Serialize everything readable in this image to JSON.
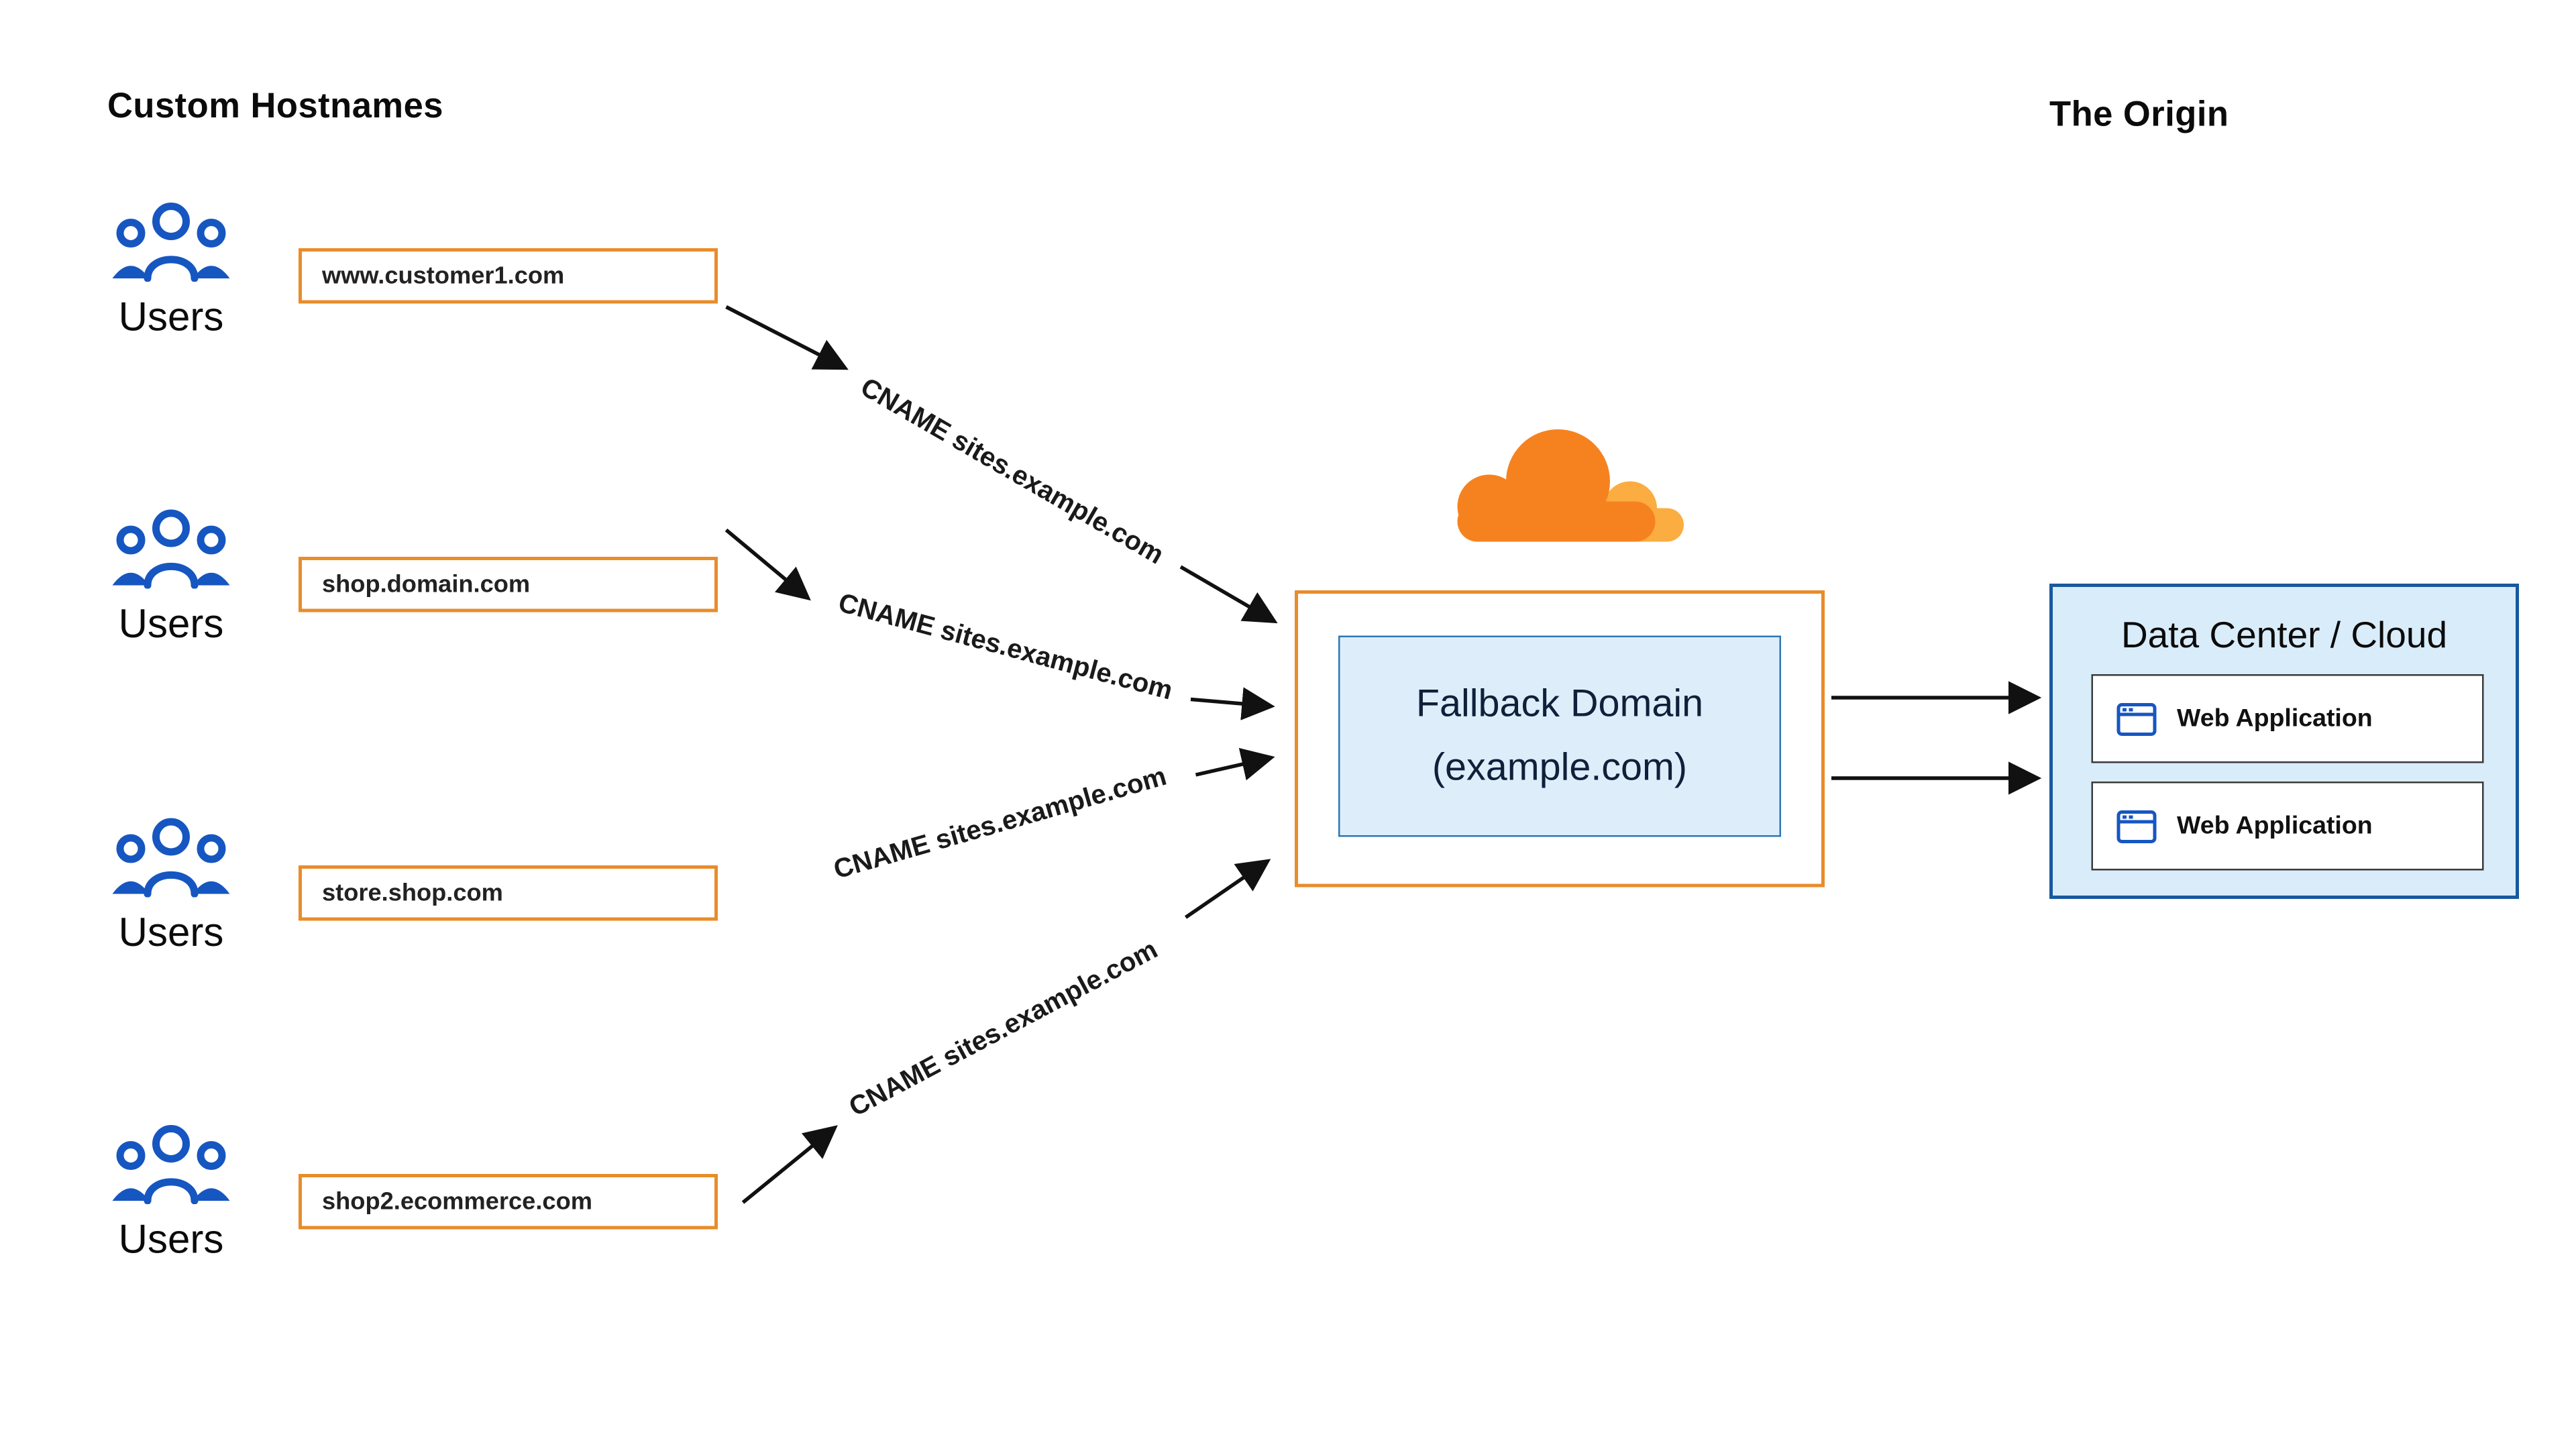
{
  "headers": {
    "custom_hostnames": "Custom Hostnames",
    "the_origin": "The Origin"
  },
  "users_label": "Users",
  "hostnames": [
    {
      "label": "www.customer1.com"
    },
    {
      "label": "shop.domain.com"
    },
    {
      "label": "store.shop.com"
    },
    {
      "label": "shop2.ecommerce.com"
    }
  ],
  "cname_label": "CNAME sites.example.com",
  "fallback": {
    "line1": "Fallback Domain",
    "line2": "(example.com)"
  },
  "origin": {
    "title": "Data Center / Cloud",
    "apps": [
      {
        "label": "Web Application"
      },
      {
        "label": "Web Application"
      }
    ]
  },
  "icons": {
    "users": "users-icon",
    "cloudflare": "cloudflare-cloud-logo",
    "browser": "browser-window-icon"
  },
  "colors": {
    "user_blue": "#1656c1",
    "hostbox_border_orange": "#e98c2a",
    "cloudflare_orange": "#f6821f",
    "cloudflare_light_orange": "#fbad41",
    "origin_fill_blue": "#d9ecf9",
    "origin_border_blue": "#19599e",
    "fallback_fill_blue": "#ddeefa",
    "arrow_black": "#111111"
  }
}
